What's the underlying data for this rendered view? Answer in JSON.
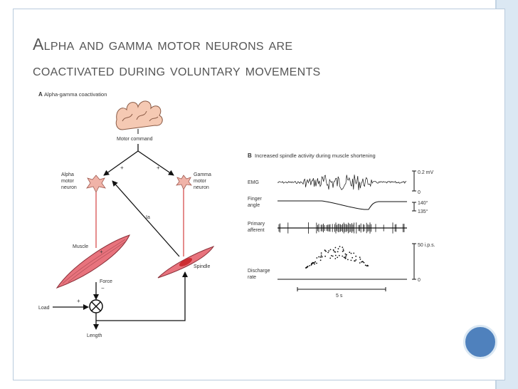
{
  "slide": {
    "title_line1": "Alpha and gamma motor neurons are",
    "title_line2": "coactivated during voluntary movements"
  },
  "panel_a": {
    "heading_letter": "A",
    "heading_text": "Alpha-gamma coactivation",
    "motor_command": "Motor command",
    "alpha_label": [
      "Alpha",
      "motor",
      "neuron"
    ],
    "gamma_label": [
      "Gamma",
      "motor",
      "neuron"
    ],
    "plus": "+",
    "minus": "−",
    "ia_label": "Ia",
    "muscle_label": "Muscle",
    "spindle_label": "Spindle",
    "force_label": "Force",
    "load_label": "Load",
    "length_label": "Length"
  },
  "panel_b": {
    "heading_letter": "B",
    "heading_text": "Increased spindle activity during muscle shortening",
    "emg_label": "EMG",
    "finger_label": [
      "Finger",
      "angle"
    ],
    "primary_label": [
      "Primary",
      "afferent"
    ],
    "discharge_label": [
      "Discharge",
      "rate"
    ],
    "emg_scale_top": "0.2 mV",
    "emg_scale_bottom": "0",
    "angle_scale_top": "140°",
    "angle_scale_bottom": "135°",
    "rate_scale_top": "50 i.p.s.",
    "rate_scale_bottom": "0",
    "time_bar": "5 s"
  },
  "colors": {
    "muscle": "#e8737d",
    "spindle_core": "#cc2b30",
    "neuron": "#f0b3a8",
    "brain": "#f5c9b3",
    "accent": "#4f81bd"
  }
}
